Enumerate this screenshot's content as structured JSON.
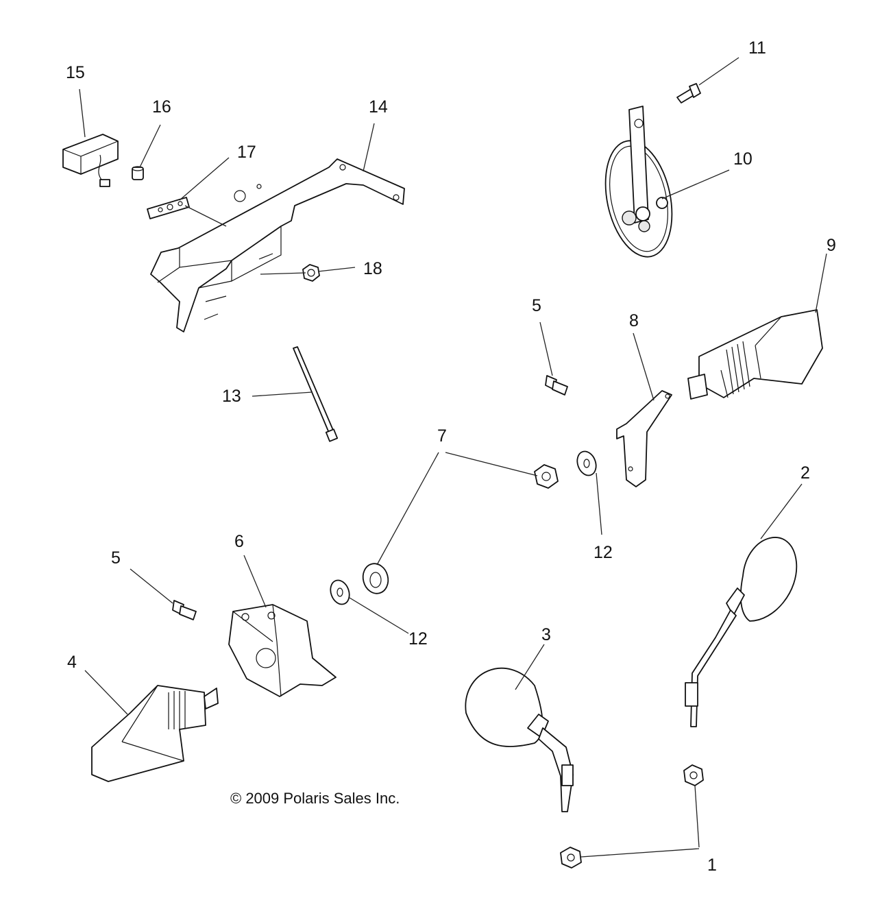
{
  "callouts": {
    "c1": "1",
    "c2": "2",
    "c3": "3",
    "c4": "4",
    "c5a": "5",
    "c5b": "5",
    "c6": "6",
    "c7": "7",
    "c8": "8",
    "c9": "9",
    "c10": "10",
    "c11": "11",
    "c12a": "12",
    "c12b": "12",
    "c13": "13",
    "c14": "14",
    "c15": "15",
    "c16": "16",
    "c17": "17",
    "c18": "18"
  },
  "copyright": "© 2009 Polaris Sales Inc."
}
